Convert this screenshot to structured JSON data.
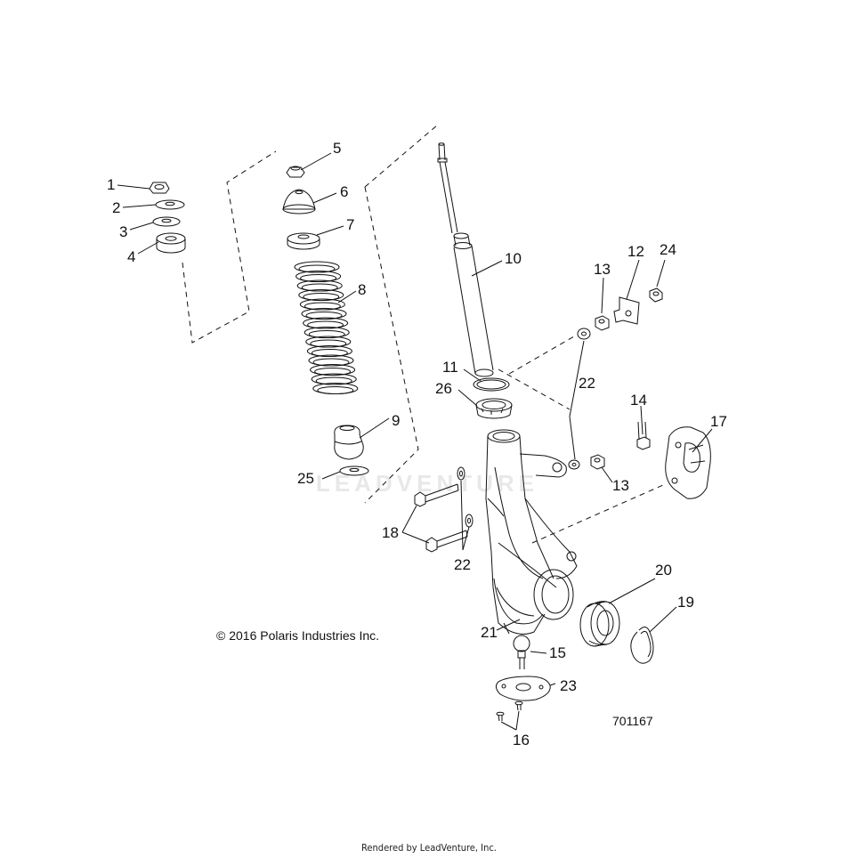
{
  "diagram": {
    "callouts": [
      {
        "id": "c1",
        "text": "1"
      },
      {
        "id": "c2",
        "text": "2"
      },
      {
        "id": "c3",
        "text": "3"
      },
      {
        "id": "c4",
        "text": "4"
      },
      {
        "id": "c5",
        "text": "5"
      },
      {
        "id": "c6",
        "text": "6"
      },
      {
        "id": "c7",
        "text": "7"
      },
      {
        "id": "c8",
        "text": "8"
      },
      {
        "id": "c9",
        "text": "9"
      },
      {
        "id": "c10",
        "text": "10"
      },
      {
        "id": "c11",
        "text": "11"
      },
      {
        "id": "c12",
        "text": "12"
      },
      {
        "id": "c13a",
        "text": "13"
      },
      {
        "id": "c13b",
        "text": "13"
      },
      {
        "id": "c14",
        "text": "14"
      },
      {
        "id": "c15",
        "text": "15"
      },
      {
        "id": "c16",
        "text": "16"
      },
      {
        "id": "c17",
        "text": "17"
      },
      {
        "id": "c18",
        "text": "18"
      },
      {
        "id": "c19",
        "text": "19"
      },
      {
        "id": "c20",
        "text": "20"
      },
      {
        "id": "c21",
        "text": "21"
      },
      {
        "id": "c22a",
        "text": "22"
      },
      {
        "id": "c22b",
        "text": "22"
      },
      {
        "id": "c23",
        "text": "23"
      },
      {
        "id": "c24",
        "text": "24"
      },
      {
        "id": "c25",
        "text": "25"
      },
      {
        "id": "c26",
        "text": "26"
      }
    ],
    "copyright": "© 2016 Polaris Industries Inc.",
    "figure_number": "701167",
    "watermark": "LEADVENTURE"
  },
  "footer": {
    "text": "Rendered by LeadVenture, Inc."
  },
  "colors": {
    "line": "#111111",
    "watermark": "#e8e8e8",
    "background": "#ffffff"
  }
}
